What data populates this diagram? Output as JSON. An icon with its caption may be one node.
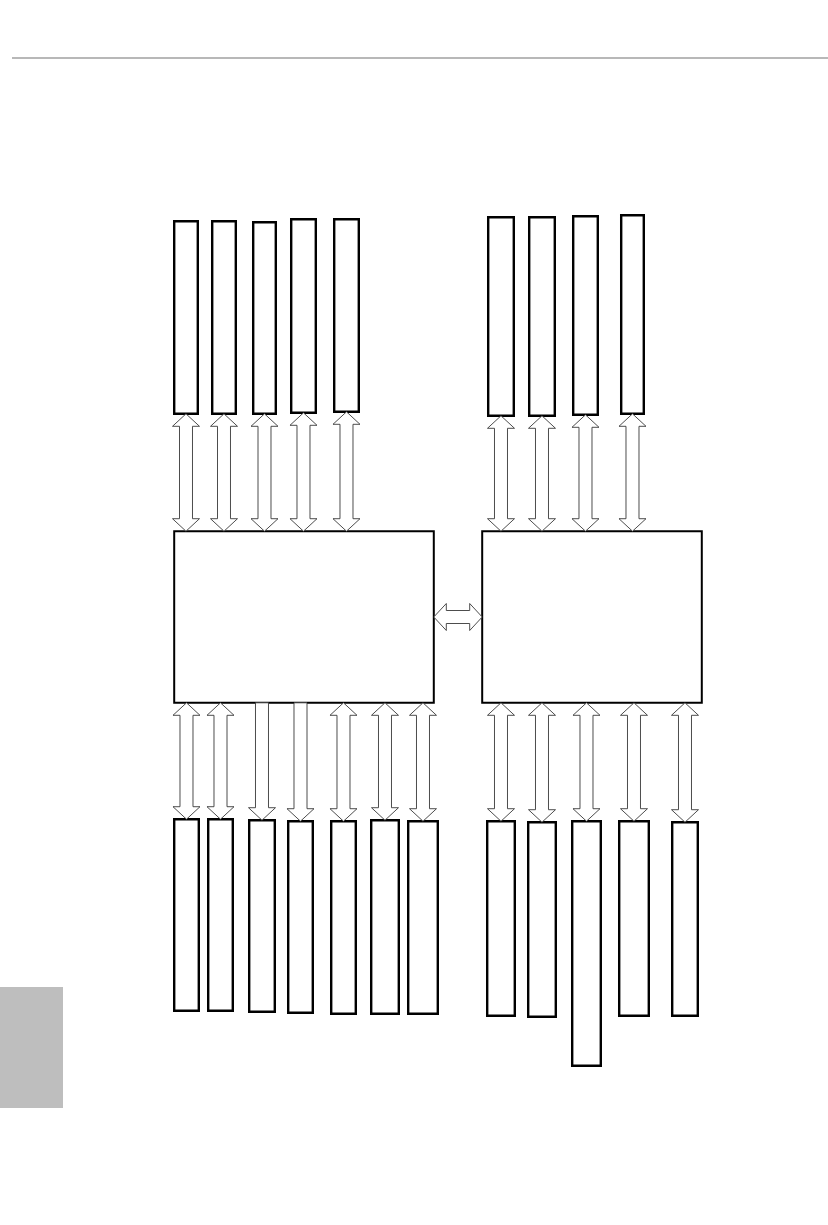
{
  "diagram": {
    "nodes": [
      {
        "text": [],
        "shape": "box"
      },
      {
        "text": [],
        "shape": "box"
      },
      {
        "text": [],
        "shape": "box"
      },
      {
        "text": [],
        "shape": "box"
      },
      {
        "text": [],
        "shape": "box"
      },
      {
        "text": [],
        "shape": "box"
      },
      {
        "text": [],
        "shape": "box"
      },
      {
        "text": [],
        "shape": "box"
      },
      {
        "text": [],
        "shape": "box"
      },
      {
        "text": [],
        "shape": "box"
      },
      {
        "text": [],
        "shape": "box"
      },
      {
        "text": [],
        "shape": "box"
      },
      {
        "text": [],
        "shape": "box"
      },
      {
        "text": [],
        "shape": "box"
      },
      {
        "text": [],
        "shape": "box"
      },
      {
        "text": [],
        "shape": "box"
      },
      {
        "text": [],
        "shape": "box"
      },
      {
        "text": [],
        "shape": "box"
      },
      {
        "text": [],
        "shape": "box"
      },
      {
        "text": [],
        "shape": "box"
      },
      {
        "text": [],
        "shape": "box"
      },
      {
        "text": [],
        "shape": "box"
      },
      {
        "text": [],
        "shape": "box"
      },
      {
        "text": [],
        "shape": "box"
      }
    ],
    "edges": [
      {
        "from": 9,
        "to": 0,
        "arrow": "both"
      },
      {
        "from": 9,
        "to": 1,
        "arrow": "both"
      },
      {
        "from": 9,
        "to": 2,
        "arrow": "both"
      },
      {
        "from": 9,
        "to": 3,
        "arrow": "both"
      },
      {
        "from": 9,
        "to": 4,
        "arrow": "both"
      },
      {
        "from": 10,
        "to": 5,
        "arrow": "both"
      },
      {
        "from": 10,
        "to": 6,
        "arrow": "both"
      },
      {
        "from": 10,
        "to": 7,
        "arrow": "both"
      },
      {
        "from": 10,
        "to": 8,
        "arrow": "both"
      },
      {
        "from": 9,
        "to": 10,
        "arrow": "both"
      },
      {
        "from": 9,
        "to": 11,
        "arrow": "both"
      },
      {
        "from": 9,
        "to": 12,
        "arrow": "both"
      },
      {
        "from": 9,
        "to": 13,
        "arrow": "to"
      },
      {
        "from": 9,
        "to": 14,
        "arrow": "to"
      },
      {
        "from": 9,
        "to": 15,
        "arrow": "both"
      },
      {
        "from": 9,
        "to": 16,
        "arrow": "both"
      },
      {
        "from": 9,
        "to": 17,
        "arrow": "both"
      },
      {
        "from": 10,
        "to": 18,
        "arrow": "both"
      },
      {
        "from": 10,
        "to": 19,
        "arrow": "both"
      },
      {
        "from": 10,
        "to": 20,
        "arrow": "both"
      },
      {
        "from": 10,
        "to": 21,
        "arrow": "both"
      },
      {
        "from": 10,
        "to": 22,
        "arrow": "both"
      }
    ]
  }
}
